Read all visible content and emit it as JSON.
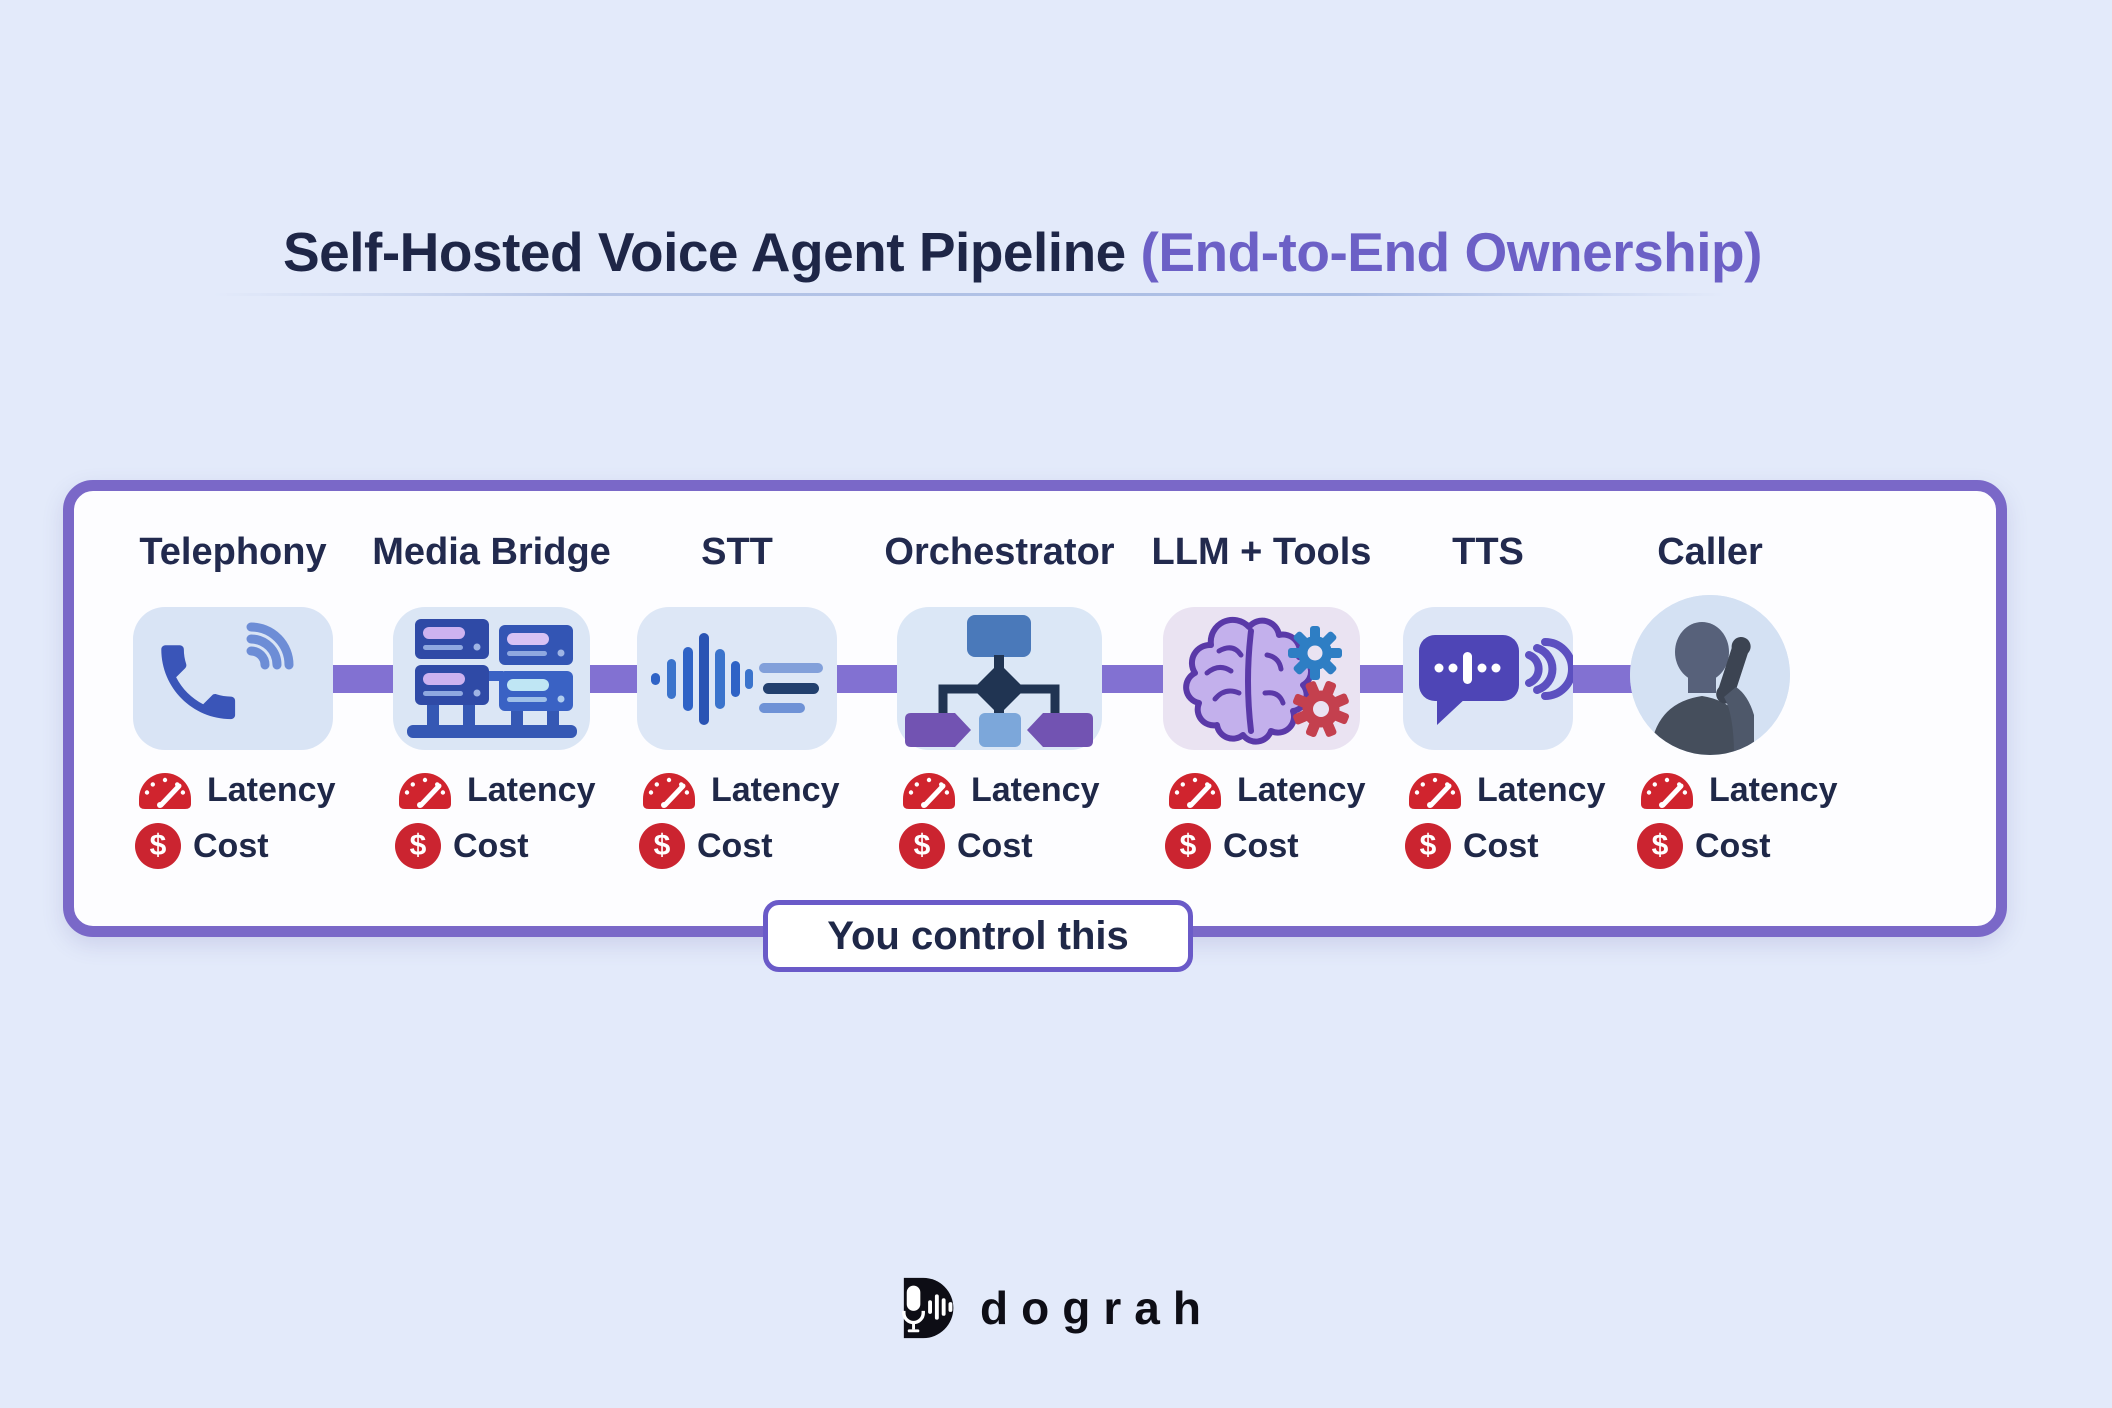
{
  "header": {
    "title_main": "Self-Hosted Voice Agent Pipeline",
    "title_sub": " (End-to-End Ownership)"
  },
  "pipeline": {
    "control_badge": "You control this",
    "cost_symbol": "$",
    "stages": [
      {
        "label": "Telephony",
        "icon": "phone-icon",
        "metrics": [
          "Latency",
          "Cost"
        ]
      },
      {
        "label": "Media Bridge",
        "icon": "servers-icon",
        "metrics": [
          "Latency",
          "Cost"
        ]
      },
      {
        "label": "STT",
        "icon": "waveform-icon",
        "metrics": [
          "Latency",
          "Cost"
        ]
      },
      {
        "label": "Orchestrator",
        "icon": "flowchart-icon",
        "metrics": [
          "Latency",
          "Cost"
        ]
      },
      {
        "label": "LLM + Tools",
        "icon": "brain-gears-icon",
        "metrics": [
          "Latency",
          "Cost"
        ]
      },
      {
        "label": "TTS",
        "icon": "speech-bubble-icon",
        "metrics": [
          "Latency",
          "Cost"
        ]
      },
      {
        "label": "Caller",
        "icon": "person-phone-icon",
        "metrics": [
          "Latency",
          "Cost"
        ]
      }
    ]
  },
  "footer": {
    "brand": "dograh"
  },
  "colors": {
    "background": "#e3eafa",
    "box_border": "#7a68c8",
    "connector": "#8271d2",
    "title_navy": "#1e2647",
    "title_purple": "#6c60c6",
    "text_navy": "#1f2848",
    "metric_red": "#cb2430",
    "tile_blue": "#d9e4f5",
    "tile_lavender": "#eae3f2"
  }
}
